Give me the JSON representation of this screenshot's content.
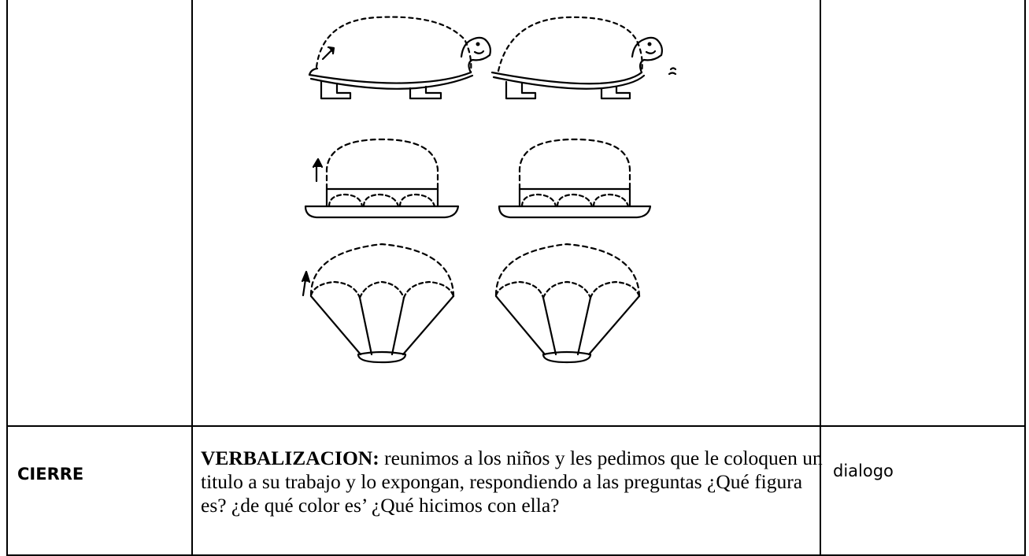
{
  "rows": [
    {
      "stage": "CIERRE",
      "activity_label": "VERBALIZACION:",
      "activity_text": " reunimos a los niños y les pedimos que le coloquen un titulo a su trabajo y lo expongan, respondiendo a las preguntas ¿Qué figura es? ¿de qué color es’ ¿Qué hicimos con ella?",
      "resource": "dialogo"
    }
  ],
  "illustration": {
    "items": [
      "turtle-shell-tracing",
      "basket-tracing",
      "parachute-tracing"
    ],
    "stroke_color": "#000000"
  }
}
